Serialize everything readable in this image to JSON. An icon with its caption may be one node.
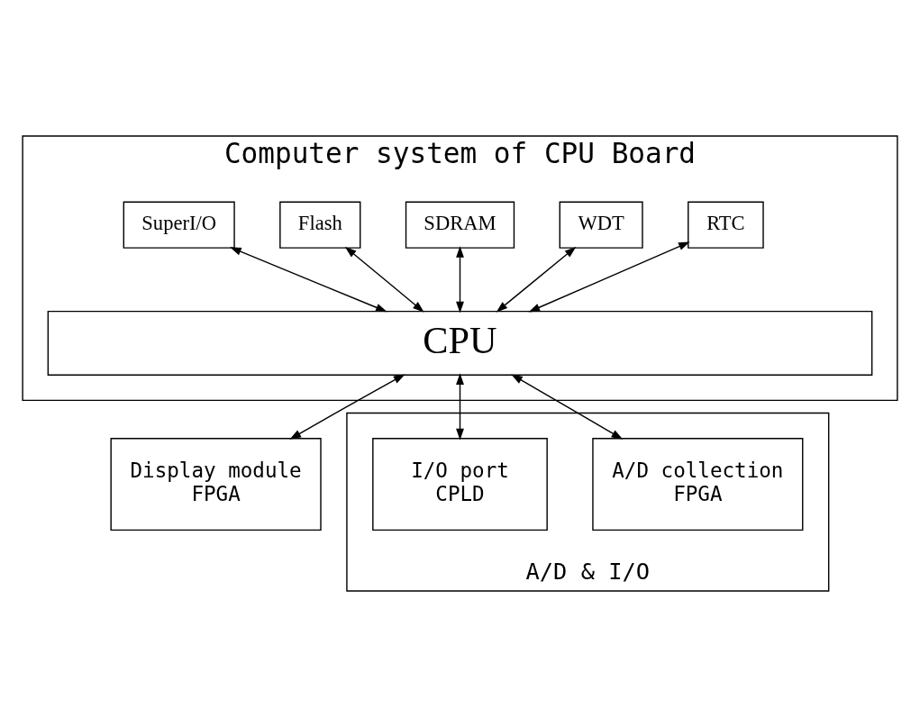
{
  "diagram": {
    "nodes": [
      {
        "text": [
          "Computer system of CPU Board"
        ]
      },
      {
        "text": [
          "RTC"
        ],
        "in": 0
      },
      {
        "text": [
          "WDT"
        ],
        "in": 0
      },
      {
        "text": [
          "SDRAM"
        ],
        "in": 0
      },
      {
        "text": [
          "Flash"
        ],
        "in": 0
      },
      {
        "text": [
          "SuperI/O"
        ],
        "in": 0
      },
      {
        "text": [
          "CPU"
        ],
        "in": 0
      },
      {
        "text": [
          "Display module",
          "FPGA"
        ]
      },
      {
        "text": [
          "A/D & I/O"
        ]
      },
      {
        "text": [
          "A/D collection",
          "FPGA"
        ],
        "in": 8
      },
      {
        "text": [
          "I/O port",
          "CPLD"
        ],
        "in": 8
      }
    ],
    "edges": [
      {
        "from": 1,
        "to": 6,
        "arrow": "both"
      },
      {
        "from": 2,
        "to": 6,
        "arrow": "both"
      },
      {
        "from": 3,
        "to": 6,
        "arrow": "both"
      },
      {
        "from": 4,
        "to": 6,
        "arrow": "both"
      },
      {
        "from": 5,
        "to": 6,
        "arrow": "both"
      },
      {
        "from": 6,
        "to": 7,
        "arrow": "both"
      },
      {
        "from": 6,
        "to": 9,
        "arrow": "both"
      },
      {
        "from": 6,
        "to": 10,
        "arrow": "both"
      }
    ]
  }
}
